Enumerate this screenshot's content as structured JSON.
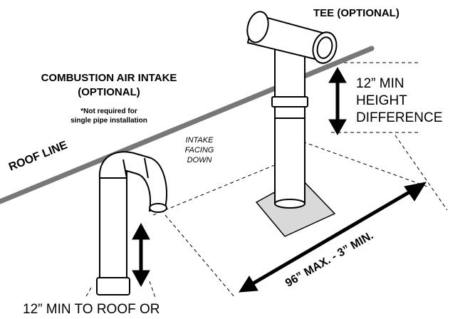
{
  "labels": {
    "tee": "TEE (OPTIONAL)",
    "intake_line1": "COMBUSTION AIR INTAKE",
    "intake_line2": "(OPTIONAL)",
    "note_line1": "*Not required for",
    "note_line2": "single pipe installation",
    "intake_facing_line1": "INTAKE",
    "intake_facing_line2": "FACING",
    "intake_facing_line3": "DOWN",
    "height_line1": "12” MIN",
    "height_line2": "HEIGHT",
    "height_line3": "DIFFERENCE",
    "roof_line": "ROOF LINE",
    "spacing": "96” MAX. - 3” MIN.",
    "bottom": "12” MIN TO ROOF OR"
  },
  "colors": {
    "ink": "#000000",
    "pipe_fill": "#ffffff",
    "roof_line": "#777777",
    "flashing": "#d9d9d9"
  }
}
